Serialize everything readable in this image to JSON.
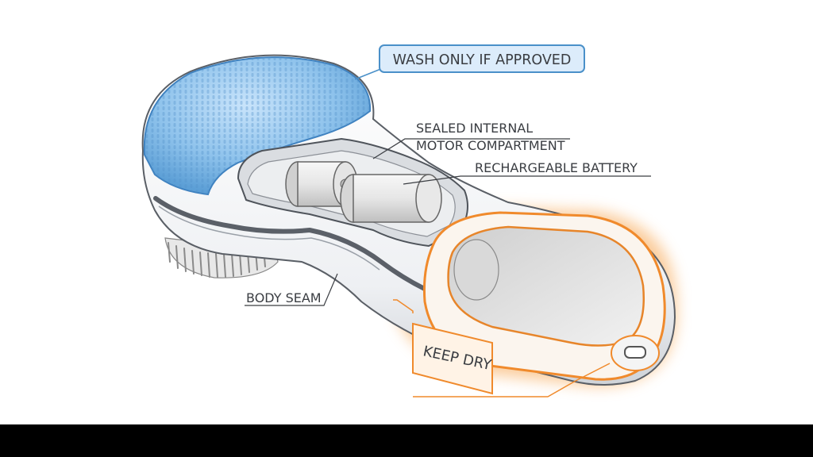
{
  "labels": {
    "wash": "WASH ONLY IF APPROVED",
    "sealed_line1": "SEALED INTERNAL",
    "sealed_line2": "MOTOR COMPARTMENT",
    "battery": "RECHARGEABLE BATTERY",
    "seam": "BODY SEAM",
    "keep_dry": "KEEP DRY"
  },
  "colors": {
    "background": "#ffffff",
    "letterbox": "#000000",
    "wash_zone": "#8fc3ec",
    "dry_zone": "#f08a2c",
    "ink": "#3a3d42"
  }
}
